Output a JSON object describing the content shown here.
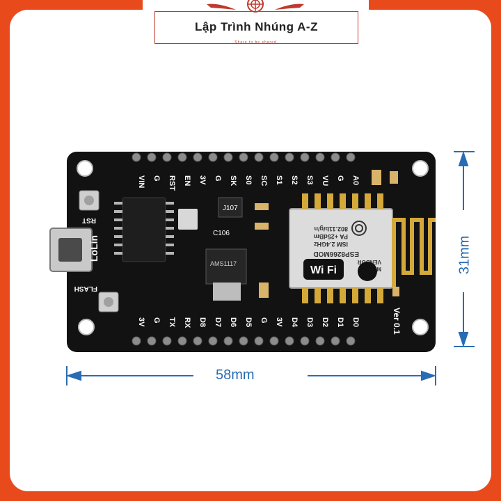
{
  "brand": {
    "name": "Lập Trình Nhúng A-Z",
    "tagline": "Share to be shared"
  },
  "dimensions": {
    "width": "58mm",
    "height": "31mm"
  },
  "board": {
    "top_pins": [
      "VIN",
      "G",
      "RST",
      "EN",
      "3V",
      "G",
      "SK",
      "S0",
      "SC",
      "S1",
      "S2",
      "S3",
      "VU",
      "G",
      "A0"
    ],
    "bottom_pins": [
      "3V",
      "G",
      "TX",
      "RX",
      "D8",
      "D7",
      "D6",
      "D5",
      "G",
      "3V",
      "D4",
      "D3",
      "D2",
      "D1",
      "D0"
    ],
    "button_labels": [
      "RST",
      "FLASH"
    ],
    "silkscreen": "LoLin",
    "version": "Ver 0.1",
    "components": [
      "J107",
      "C106",
      "AMS1117"
    ],
    "module": {
      "model_label": "MODEL",
      "vendor_label": "VENDOR",
      "model": "ESP8266MOD",
      "specs": [
        "ISM 2.4GHz",
        "PA +25dBm",
        "802.11b/g/n"
      ],
      "wifi": "Wi Fi"
    }
  },
  "colors": {
    "frame": "#e84a1c",
    "pcb": "#121212",
    "dimension": "#2a6cb3",
    "gold": "#d4a93a",
    "brand": "#c0392b"
  }
}
